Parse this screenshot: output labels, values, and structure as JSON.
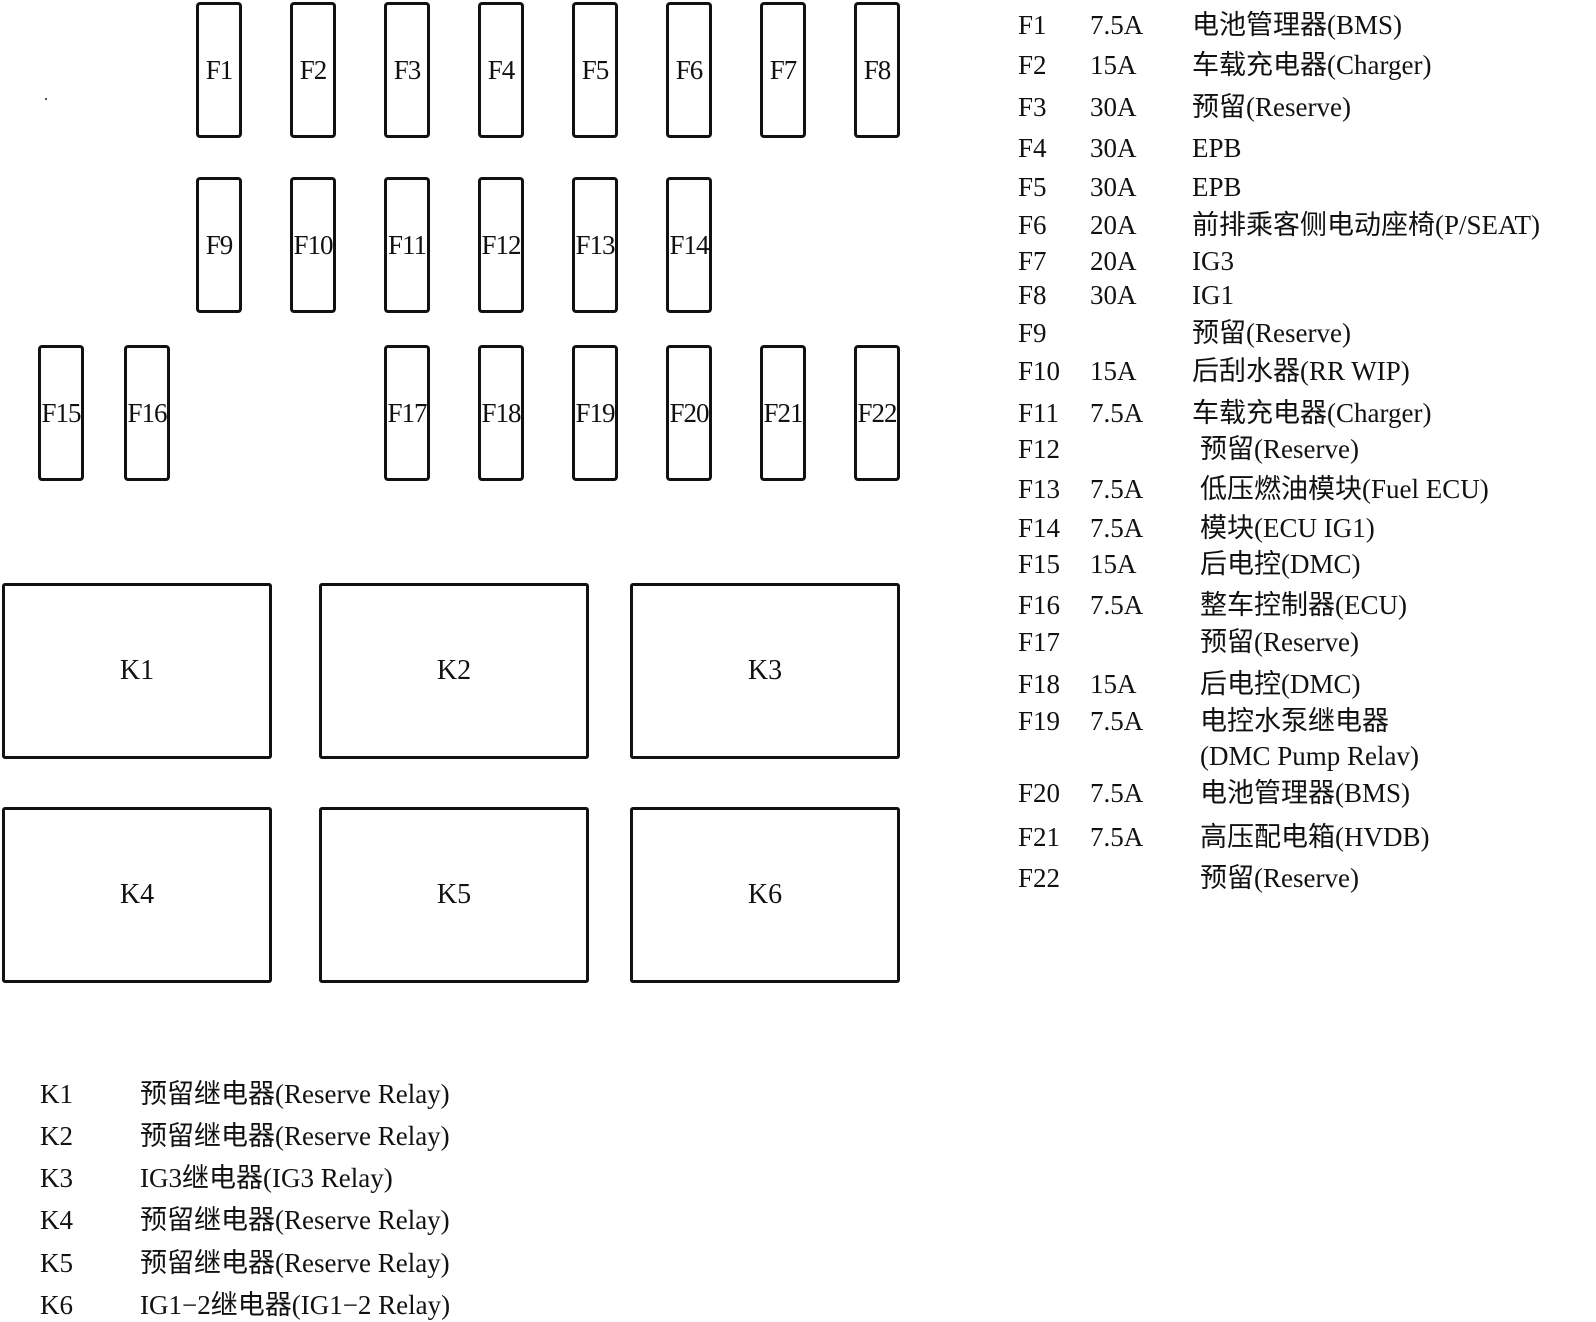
{
  "fuses": [
    {
      "id": "F1",
      "amp": "7.5A",
      "desc": "电池管理器(BMS)"
    },
    {
      "id": "F2",
      "amp": "15A",
      "desc": "车载充电器(Charger)"
    },
    {
      "id": "F3",
      "amp": "30A",
      "desc": "预留(Reserve)"
    },
    {
      "id": "F4",
      "amp": "30A",
      "desc": "EPB"
    },
    {
      "id": "F5",
      "amp": "30A",
      "desc": "EPB"
    },
    {
      "id": "F6",
      "amp": "20A",
      "desc": "前排乘客侧电动座椅(P/SEAT)"
    },
    {
      "id": "F7",
      "amp": "20A",
      "desc": "IG3"
    },
    {
      "id": "F8",
      "amp": "30A",
      "desc": "IG1"
    },
    {
      "id": "F9",
      "amp": "",
      "desc": "预留(Reserve)"
    },
    {
      "id": "F10",
      "amp": "15A",
      "desc": "后刮水器(RR WIP)"
    },
    {
      "id": "F11",
      "amp": "7.5A",
      "desc": "车载充电器(Charger)"
    },
    {
      "id": "F12",
      "amp": "",
      "desc": "预留(Reserve)"
    },
    {
      "id": "F13",
      "amp": "7.5A",
      "desc": "低压燃油模块(Fuel ECU)"
    },
    {
      "id": "F14",
      "amp": "7.5A",
      "desc": "模块(ECU IG1)"
    },
    {
      "id": "F15",
      "amp": "15A",
      "desc": "后电控(DMC)"
    },
    {
      "id": "F16",
      "amp": "7.5A",
      "desc": "整车控制器(ECU)"
    },
    {
      "id": "F17",
      "amp": "",
      "desc": "预留(Reserve)"
    },
    {
      "id": "F18",
      "amp": "15A",
      "desc": "后电控(DMC)"
    },
    {
      "id": "F19",
      "amp": "7.5A",
      "desc": "电控水泵继电器",
      "desc2": "(DMC Pump Relav)"
    },
    {
      "id": "F20",
      "amp": "7.5A",
      "desc": "电池管理器(BMS)"
    },
    {
      "id": "F21",
      "amp": "7.5A",
      "desc": "高压配电箱(HVDB)"
    },
    {
      "id": "F22",
      "amp": "",
      "desc": "预留(Reserve)"
    }
  ],
  "relays": [
    {
      "id": "K1",
      "desc": "预留继电器(Reserve Relay)"
    },
    {
      "id": "K2",
      "desc": "预留继电器(Reserve Relay)"
    },
    {
      "id": "K3",
      "desc": "IG3继电器(IG3 Relay)"
    },
    {
      "id": "K4",
      "desc": "预留继电器(Reserve Relay)"
    },
    {
      "id": "K5",
      "desc": "预留继电器(Reserve Relay)"
    },
    {
      "id": "K6",
      "desc": "IG1−2继电器(IG1−2 Relay)"
    }
  ]
}
